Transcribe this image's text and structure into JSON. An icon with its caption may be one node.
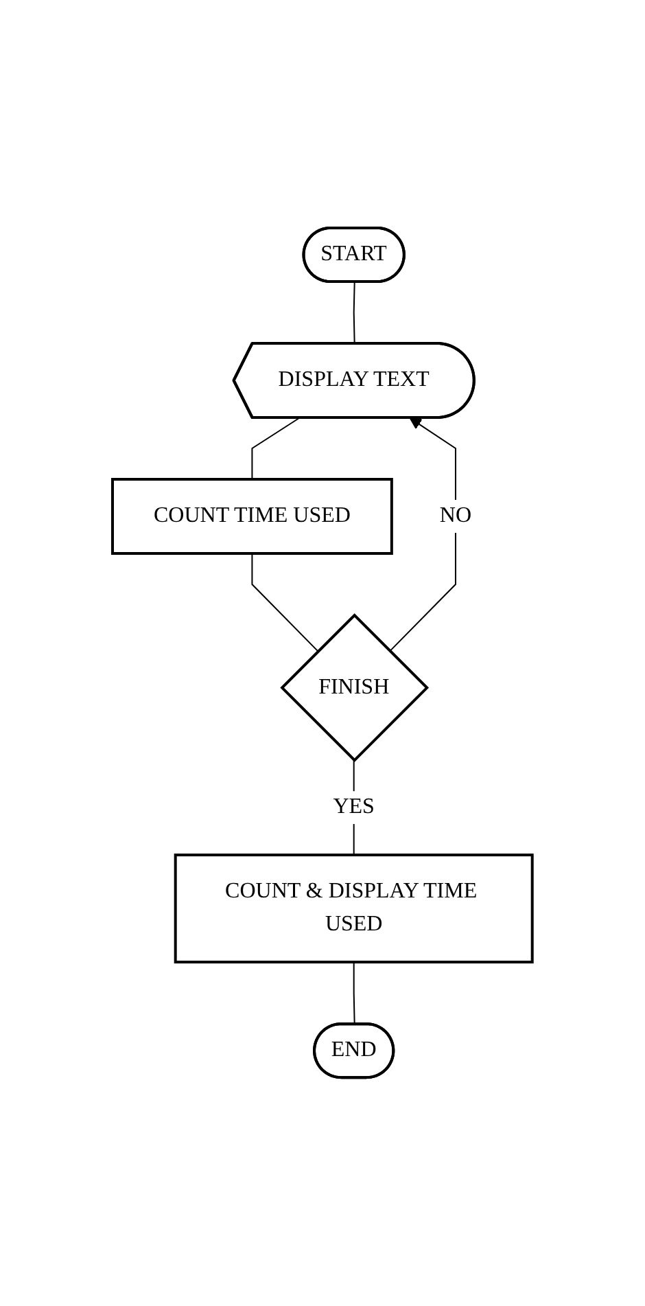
{
  "diagram": {
    "nodes": [
      {
        "text": [
          "START"
        ]
      },
      {
        "text": [
          "DISPLAY TEXT"
        ]
      },
      {
        "text": [
          "COUNT TIME USED"
        ]
      },
      {
        "text": [
          "FINISH"
        ]
      },
      {
        "text": [
          "COUNT & DISPLAY TIME USED"
        ]
      },
      {
        "text": [
          "END"
        ]
      }
    ],
    "edges": [
      {
        "from": 0,
        "to": 1,
        "arrow": "none"
      },
      {
        "from": 1,
        "to": 2,
        "arrow": "none"
      },
      {
        "from": 2,
        "to": 3,
        "arrow": "none"
      },
      {
        "from": 3,
        "to": 1,
        "arrow": "to",
        "label": "NO"
      },
      {
        "from": 3,
        "to": 4,
        "arrow": "none",
        "label": "YES"
      },
      {
        "from": 4,
        "to": 5,
        "arrow": "none"
      }
    ]
  }
}
